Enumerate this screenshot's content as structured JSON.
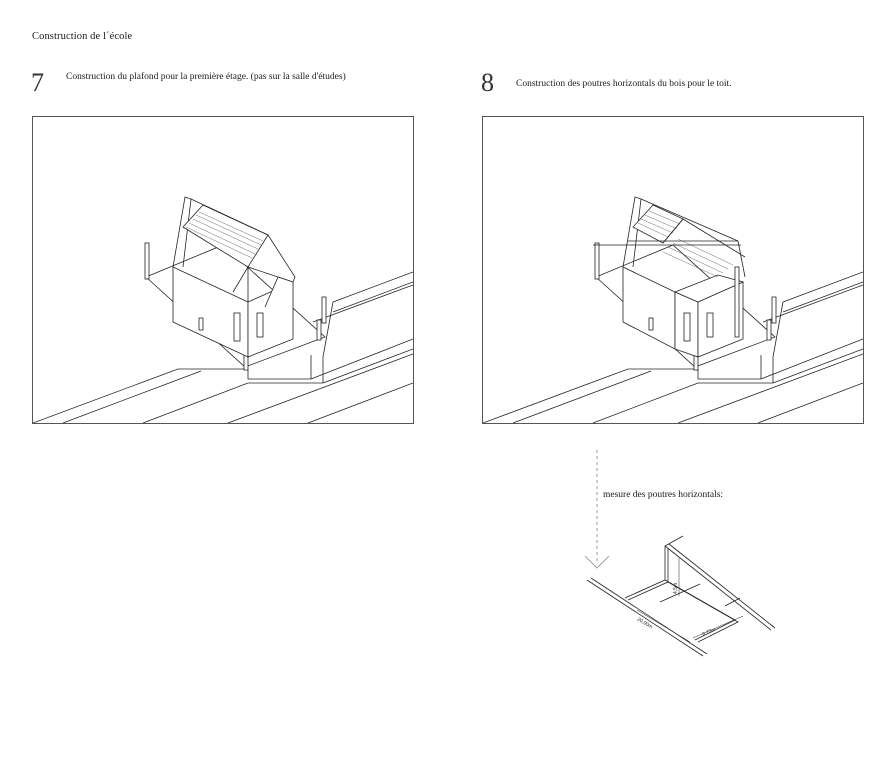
{
  "header": {
    "title": "Construction de l´école"
  },
  "steps": [
    {
      "number": "7",
      "text": "Construction du plafond pour la première étage. (pas sur la salle d'études)"
    },
    {
      "number": "8",
      "text": "Construction des poutres horizontals du bois pour le toit."
    }
  ],
  "detail": {
    "caption": "mesure des poutres horizontals:",
    "dimensions": {
      "width": "9,72m",
      "length": "20,00m",
      "height": "4,5m"
    }
  }
}
